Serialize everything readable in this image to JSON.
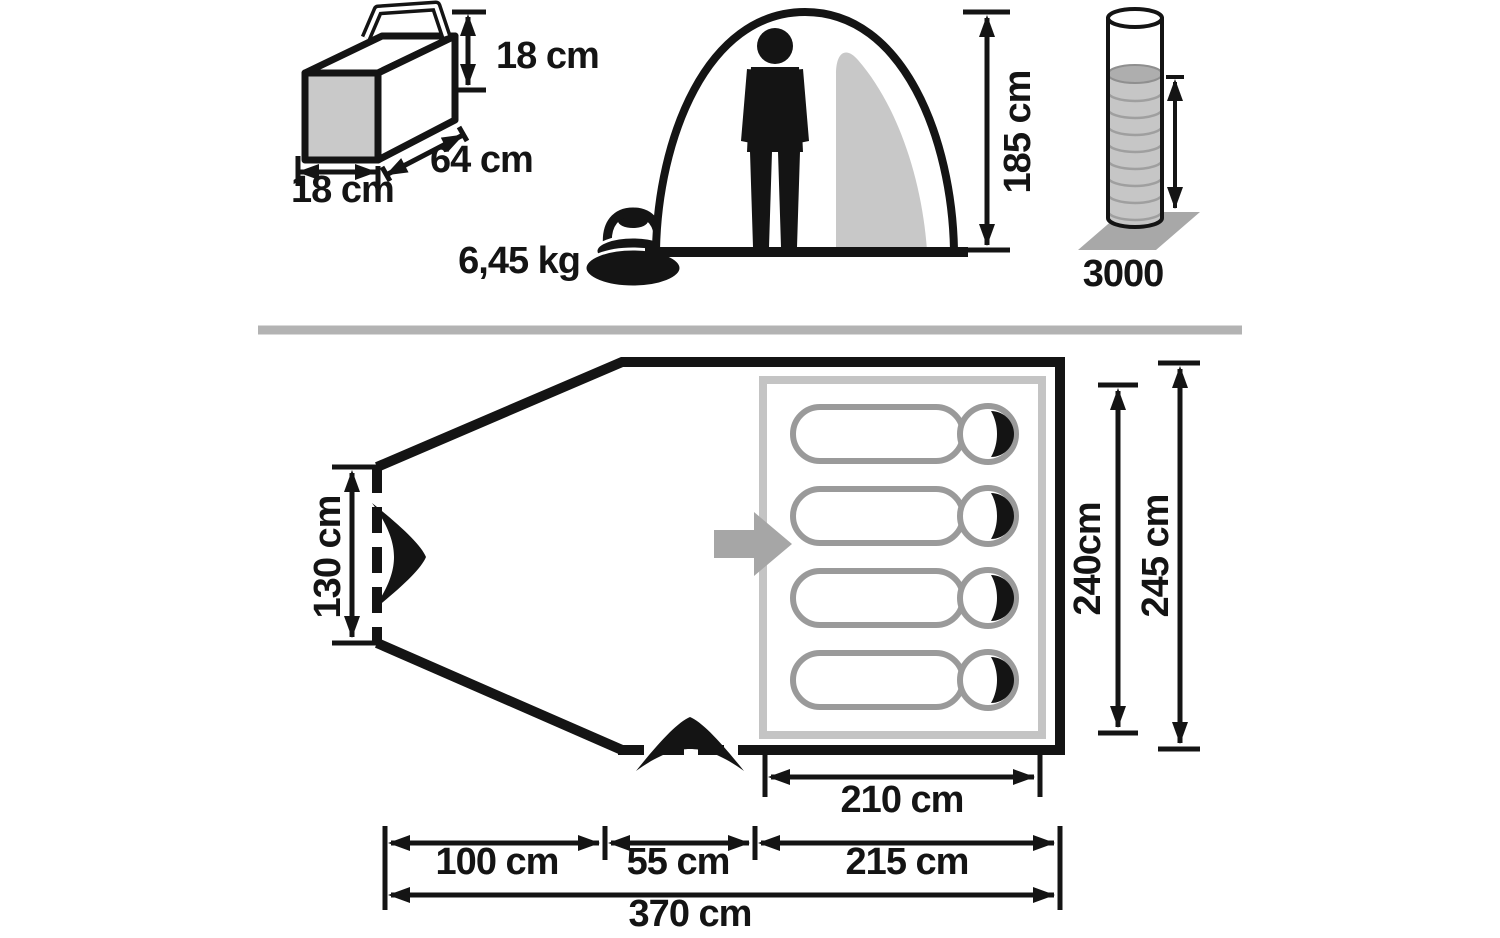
{
  "colors": {
    "line": "#141414",
    "tent_shade": "#c8c8c8",
    "bag_face": "#c9c9c9",
    "ground_gray": "#a8a8a8",
    "divider": "#b3b3b3",
    "sleeping_bag_stroke": "#9a9a9a",
    "entrance_arrow": "#a6a6a6"
  },
  "packed_bag": {
    "height": "18 cm",
    "length": "64 cm",
    "width": "18 cm"
  },
  "weight": {
    "value": "6,45 kg"
  },
  "tent_front": {
    "height": "185 cm"
  },
  "water_column": {
    "value": "3000"
  },
  "floor_plan": {
    "entrance_width": "130 cm",
    "inner_depth": "240cm",
    "outer_depth": "245 cm",
    "inner_width": "210 cm",
    "porch_length": "100 cm",
    "middle_length": "55 cm",
    "cabin_length": "215 cm",
    "total_length": "370 cm"
  }
}
